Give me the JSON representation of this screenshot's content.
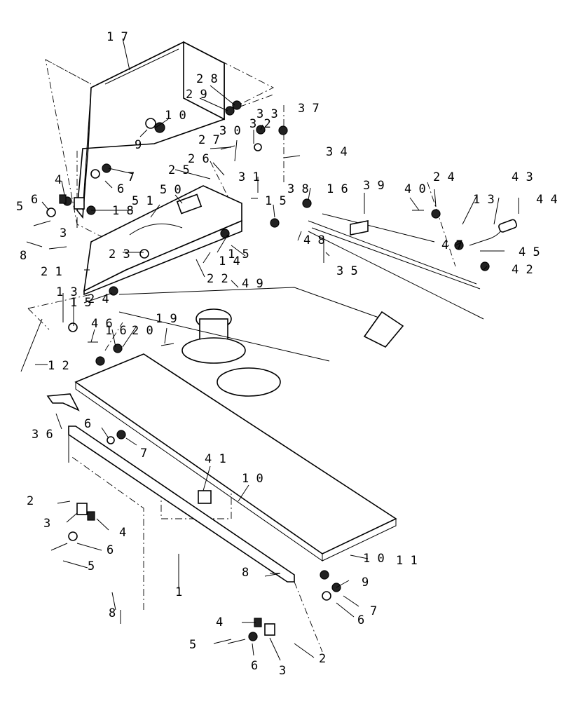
{
  "callouts": [
    {
      "id": "c17a",
      "text": "1 7"
    },
    {
      "id": "c28",
      "text": "2 8"
    },
    {
      "id": "c29",
      "text": "2 9"
    },
    {
      "id": "c10a",
      "text": "1 0"
    },
    {
      "id": "c9a",
      "text": "9"
    },
    {
      "id": "c33",
      "text": "3 3"
    },
    {
      "id": "c37",
      "text": "3 7"
    },
    {
      "id": "c32",
      "text": "3 2"
    },
    {
      "id": "c30",
      "text": "3 0"
    },
    {
      "id": "c27",
      "text": "2 7"
    },
    {
      "id": "c34",
      "text": "3 4"
    },
    {
      "id": "c7a",
      "text": "7"
    },
    {
      "id": "c6a",
      "text": "6"
    },
    {
      "id": "c26",
      "text": "2 6"
    },
    {
      "id": "c25",
      "text": "2 5"
    },
    {
      "id": "c31",
      "text": "3 1"
    },
    {
      "id": "c38",
      "text": "3 8"
    },
    {
      "id": "c16a",
      "text": "1 6"
    },
    {
      "id": "c39",
      "text": "3 9"
    },
    {
      "id": "c40",
      "text": "4 0"
    },
    {
      "id": "c24a",
      "text": "2 4"
    },
    {
      "id": "c13a",
      "text": "1 3"
    },
    {
      "id": "c43",
      "text": "4 3"
    },
    {
      "id": "c44",
      "text": "4 4"
    },
    {
      "id": "c4a",
      "text": "4"
    },
    {
      "id": "c50",
      "text": "5 0"
    },
    {
      "id": "c51",
      "text": "5 1"
    },
    {
      "id": "c18",
      "text": "1 8"
    },
    {
      "id": "c6b",
      "text": "6"
    },
    {
      "id": "c5a",
      "text": "5"
    },
    {
      "id": "c3a",
      "text": "3"
    },
    {
      "id": "c15a",
      "text": "1 5"
    },
    {
      "id": "c48",
      "text": "4 8"
    },
    {
      "id": "c47",
      "text": "4 7"
    },
    {
      "id": "c45",
      "text": "4 5"
    },
    {
      "id": "c8a",
      "text": "8"
    },
    {
      "id": "c23",
      "text": "2 3"
    },
    {
      "id": "c14",
      "text": "1 4"
    },
    {
      "id": "c15b",
      "text": "1 5"
    },
    {
      "id": "c35",
      "text": "3 5"
    },
    {
      "id": "c42",
      "text": "4 2"
    },
    {
      "id": "c21",
      "text": "2 1"
    },
    {
      "id": "c22",
      "text": "2 2"
    },
    {
      "id": "c49",
      "text": "4 9"
    },
    {
      "id": "c24b",
      "text": "2 4"
    },
    {
      "id": "c13b",
      "text": "1 3"
    },
    {
      "id": "c15c",
      "text": "1 5"
    },
    {
      "id": "c46",
      "text": "4 6"
    },
    {
      "id": "c16b",
      "text": "1 6"
    },
    {
      "id": "c20",
      "text": "2 0"
    },
    {
      "id": "c19",
      "text": "1 9"
    },
    {
      "id": "c12",
      "text": "1 2"
    },
    {
      "id": "c36",
      "text": "3 6"
    },
    {
      "id": "c6c",
      "text": "6"
    },
    {
      "id": "c7b",
      "text": "7"
    },
    {
      "id": "c41",
      "text": "4 1"
    },
    {
      "id": "c10b",
      "text": "1 0"
    },
    {
      "id": "c2a",
      "text": "2"
    },
    {
      "id": "c3b",
      "text": "3"
    },
    {
      "id": "c4b",
      "text": "4"
    },
    {
      "id": "c6d",
      "text": "6"
    },
    {
      "id": "c5b",
      "text": "5"
    },
    {
      "id": "c8b",
      "text": "8"
    },
    {
      "id": "c1",
      "text": "1"
    },
    {
      "id": "c8c",
      "text": "8"
    },
    {
      "id": "c10c",
      "text": "1 0"
    },
    {
      "id": "c9b",
      "text": "9"
    },
    {
      "id": "c11",
      "text": "1 1"
    },
    {
      "id": "c7c",
      "text": "7"
    },
    {
      "id": "c6e",
      "text": "6"
    },
    {
      "id": "c4c",
      "text": "4"
    },
    {
      "id": "c5c",
      "text": "5"
    },
    {
      "id": "c6f",
      "text": "6"
    },
    {
      "id": "c3c",
      "text": "3"
    },
    {
      "id": "c2b",
      "text": "2"
    }
  ]
}
